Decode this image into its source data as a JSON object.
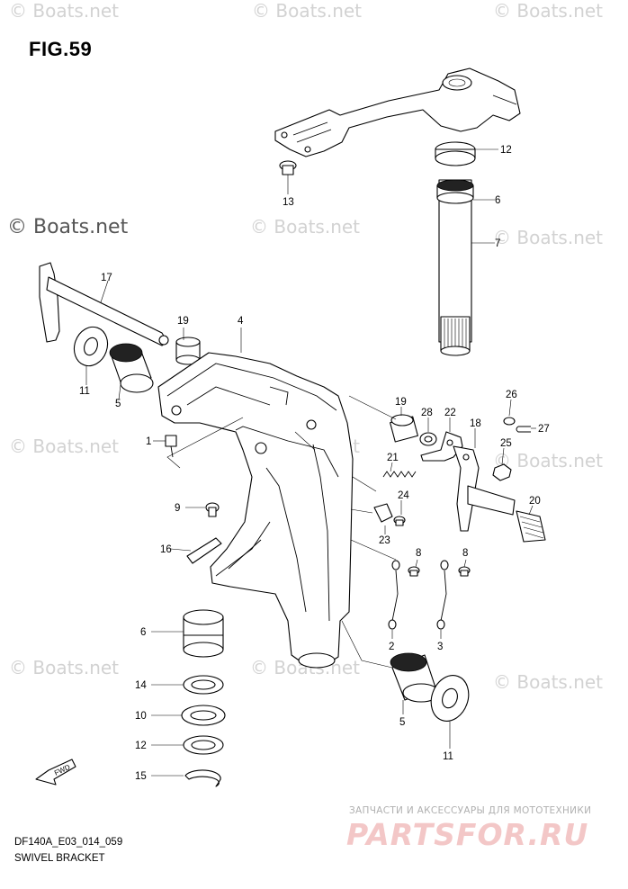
{
  "figure": {
    "title": "FIG.59",
    "code": "DF140A_E03_014_059",
    "caption": "SWIVEL BRACKET",
    "fwd_label": "FWD"
  },
  "watermarks": {
    "boats": "© Boats.net",
    "boats_large": "© Boats.net",
    "promo_line": "ЗАПЧАСТИ И АКСЕССУАРЫ ДЛЯ МОТОТЕХНИКИ",
    "promo_logo": "PARTSFOR.RU"
  },
  "callouts": {
    "c12a": "12",
    "c13": "13",
    "c6a": "6",
    "c7": "7",
    "c17": "17",
    "c19a": "19",
    "c4": "4",
    "c11a": "11",
    "c5a": "5",
    "c1": "1",
    "c19b": "19",
    "c28": "28",
    "c22": "22",
    "c26": "26",
    "c18": "18",
    "c27": "27",
    "c25": "25",
    "c21": "21",
    "c24": "24",
    "c20": "20",
    "c23": "23",
    "c9": "9",
    "c16": "16",
    "c8a": "8",
    "c8b": "8",
    "c2": "2",
    "c3": "3",
    "c6b": "6",
    "c14": "14",
    "c10": "10",
    "c12b": "12",
    "c15": "15",
    "c5b": "5",
    "c11b": "11"
  }
}
